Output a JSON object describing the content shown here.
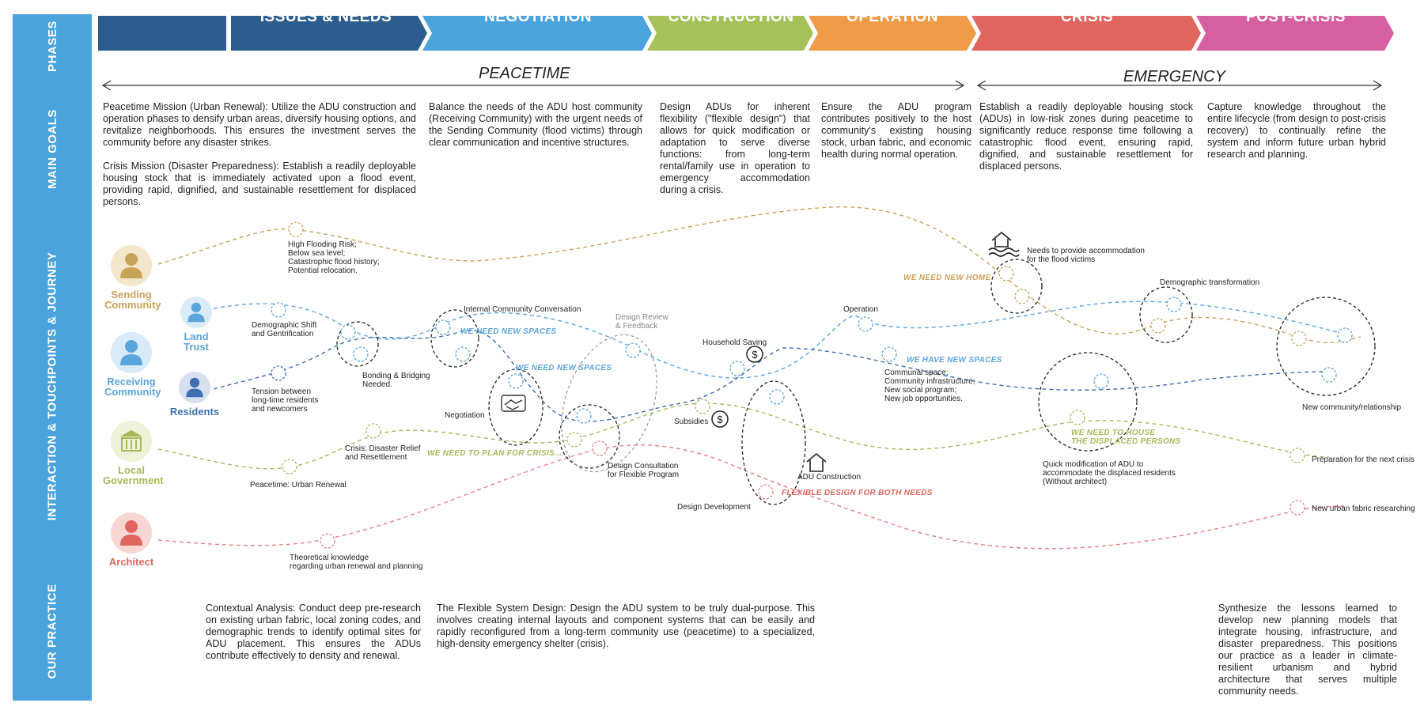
{
  "sidebar": {
    "phases": "PHASES",
    "main_goals": "MAIN GOALS",
    "interaction": "INTERACTION & TOUCHPOINTS & JOURNEY",
    "our_practice": "OUR PRACTICE"
  },
  "phases": [
    {
      "label": "",
      "color": "#2c5d8f"
    },
    {
      "label": "ISSUES & NEEDS",
      "color": "#2c5d8f"
    },
    {
      "label": "NEGOTIATION",
      "color": "#4aa3dc"
    },
    {
      "label": "CONSTRUCTION",
      "color": "#a6c15a"
    },
    {
      "label": "OPERATION",
      "color": "#ef9b48"
    },
    {
      "label": "CRISIS",
      "color": "#e0655f"
    },
    {
      "label": "POST-CRISIS",
      "color": "#d65fa1"
    }
  ],
  "spans": {
    "peacetime": "PEACETIME",
    "emergency": "EMERGENCY"
  },
  "goals": {
    "issues_p1": "Peacetime Mission (Urban Renewal): Utilize the ADU construction and operation phases to densify urban areas, diversify housing options, and revitalize neighborhoods. This ensures the investment serves the community before any disaster strikes.",
    "issues_p2": "Crisis Mission (Disaster Preparedness): Establish a readily deployable housing stock that is immediately activated upon a flood event, providing rapid, dignified, and sustainable resettlement for displaced persons.",
    "negotiation": "Balance the needs of the ADU host community (Receiving Community) with the urgent needs of the Sending Community (flood victims) through clear communication and incentive structures.",
    "construction": "Design ADUs for inherent flexibility (\"flexible design\") that allows for quick modification or adaptation to serve diverse functions: from long-term rental/family use in operation to emergency accommodation during a crisis.",
    "operation": "Ensure the ADU program contributes positively to the host community's existing housing stock, urban fabric, and economic health during normal operation.",
    "crisis": "Establish a readily deployable housing stock (ADUs) in low-risk zones during peacetime to significantly reduce response time following a catastrophic flood event, ensuring rapid, dignified, and sustainable resettlement for displaced persons.",
    "post_crisis": "Capture knowledge throughout the entire lifecycle (from design to post-crisis recovery) to continually refine the system and inform future urban hybrid research and planning."
  },
  "actors": {
    "sending": {
      "label": "Sending Community",
      "color": "#c9a25a"
    },
    "land_trust": {
      "label": "Land Trust",
      "color": "#5ba4dc"
    },
    "receiving": {
      "label": "Receiving Community",
      "color": "#5ba4dc"
    },
    "residents": {
      "label": "Residents",
      "color": "#3f6fb0"
    },
    "local_gov": {
      "label": "Local Government",
      "color": "#a6b85a"
    },
    "architect": {
      "label": "Architect",
      "color": "#e0655f"
    }
  },
  "notes": {
    "flooding": "High Flooding Risk;\nBelow sea level;\nCatastrophic flood history;\nPotential relocation.",
    "demographic_shift": "Demographic Shift\nand Gentrification",
    "tension": "Tension between\nlong-time residents\nand newcomers",
    "bonding": "Bonding & Bridging\nNeeded.",
    "internal_conv": "Internal Community Conversation",
    "design_review": "Design Review\n& Feedback",
    "negotiation": "Negotiation",
    "crisis_relief": "Crisis: Disaster Relief\nand Resettlement",
    "peacetime_renewal": "Peacetime: Urban Renewal",
    "theoretical": "Theoretical knowledge\nregarding urban renewal and planning",
    "design_consult": "Design Consultation\nfor Flexible Program",
    "household_saving": "Household Saving",
    "subsidies": "Subsidies",
    "design_dev": "Design Development",
    "adu_construction": "ADU Construction",
    "operation": "Operation",
    "communal": "Communal space;\nCommunity infrastructure;\nNew social program;\nNew job opportunities.",
    "needs_accom": "Needs to provide accommodation\nfor the flood victims",
    "demographic_transform": "Demographic transformation",
    "quick_mod": "Quick modification of ADU to\naccommodate the displaced residents\n(Without architect)",
    "new_community": "New community/relationship",
    "prep_next": "Preparation for the next crisis",
    "new_fabric": "New urban fabric researching"
  },
  "callouts": {
    "need_home": "WE NEED NEW HOME.",
    "need_spaces_1": "WE NEED NEW SPACES",
    "need_spaces_2": "WE NEED NEW SPACES",
    "plan_crisis": "WE NEED TO PLAN FOR CRISIS...",
    "have_spaces": "WE HAVE NEW SPACES",
    "house_displaced": "WE NEED TO HOUSE\nTHE DISPLACED PERSONS",
    "flexible_both": "FLEXIBLE DESIGN FOR BOTH NEEDS"
  },
  "practice": {
    "contextual": "Contextual Analysis: Conduct deep pre-research on existing urban fabric, local zoning codes, and demographic trends to identify optimal sites for ADU placement. This ensures the ADUs contribute effectively to density and renewal.",
    "flexible": "The Flexible System Design: Design the ADU system to be truly dual-purpose. This involves creating internal layouts and component systems that can be easily and rapidly reconfigured from a long-term community use (peacetime) to a specialized, high-density emergency shelter (crisis).",
    "synthesize": "Synthesize the lessons learned to develop new planning models that integrate housing, infrastructure, and disaster preparedness. This positions our practice as a leader in climate-resilient urbanism and hybrid architecture that serves multiple community needs."
  },
  "icons": [
    "person-icon",
    "building-icon",
    "handshake-icon",
    "dollar-icon",
    "house-icon",
    "flood-house-icon"
  ]
}
